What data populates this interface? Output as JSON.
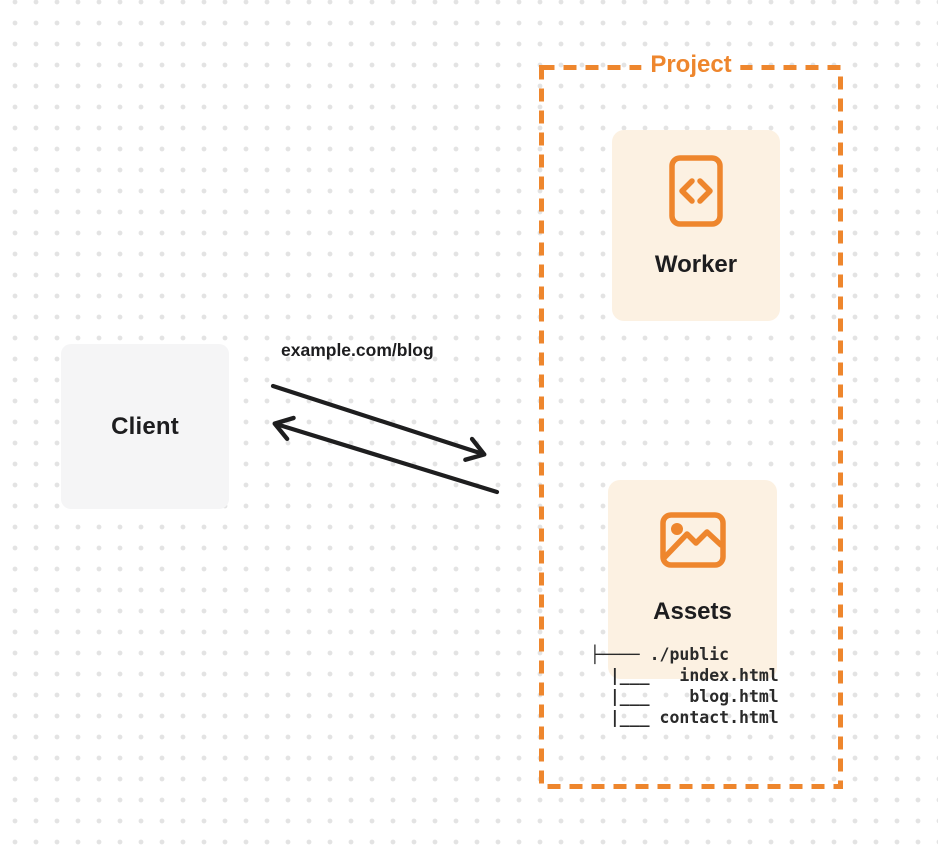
{
  "colors": {
    "accent_orange": "#ee862d",
    "card_background": "#fcf1e2",
    "client_background": "#f5f5f6",
    "arrow_black": "#1e1e1f",
    "grid_dot": "#e3e3e3",
    "text_dark": "#1d1d1f"
  },
  "client": {
    "label": "Client"
  },
  "request": {
    "label": "example.com/blog"
  },
  "project": {
    "label": "Project",
    "worker": {
      "label": "Worker",
      "icon": "code-file-icon"
    },
    "assets": {
      "label": "Assets",
      "icon": "image-icon",
      "file_tree": [
        "├──── ./public",
        "  |___   index.html",
        "  |___    blog.html",
        "  |___ contact.html"
      ]
    }
  }
}
